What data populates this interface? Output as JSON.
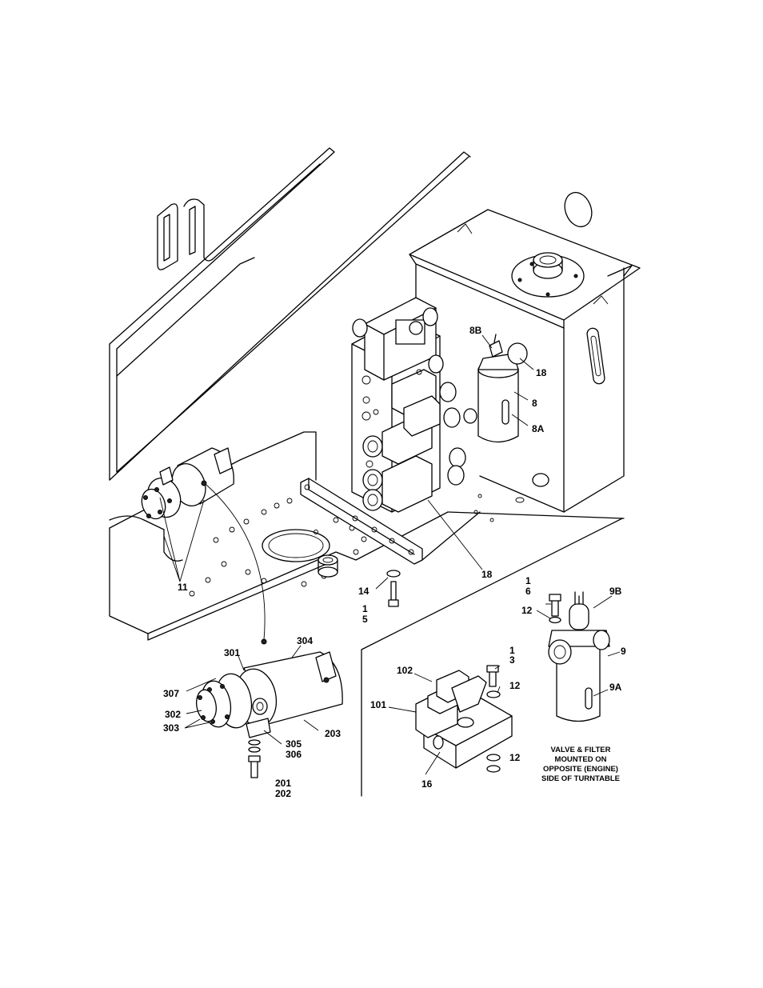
{
  "callouts": {
    "c_8B": "8B",
    "c_18_top": "18",
    "c_8": "8",
    "c_8A": "8A",
    "c_18_bottom": "18",
    "c_11": "11",
    "c_14": "14",
    "c_1_a": "1",
    "c_5": "5",
    "c_1_b": "1",
    "c_6": "6",
    "c_9B": "9B",
    "c_12_a": "12",
    "c_9": "9",
    "c_9A": "9A",
    "c_1_c": "1",
    "c_3": "3",
    "c_12_b": "12",
    "c_12_c": "12",
    "c_102": "102",
    "c_101": "101",
    "c_16": "16",
    "c_301": "301",
    "c_304": "304",
    "c_307": "307",
    "c_302": "302",
    "c_303": "303",
    "c_203": "203",
    "c_305": "305",
    "c_306": "306",
    "c_201": "201",
    "c_202": "202"
  },
  "note": {
    "line1": "VALVE & FILTER",
    "line2": "MOUNTED ON",
    "line3": "OPPOSITE (ENGINE)",
    "line4": "SIDE OF TURNTABLE"
  }
}
